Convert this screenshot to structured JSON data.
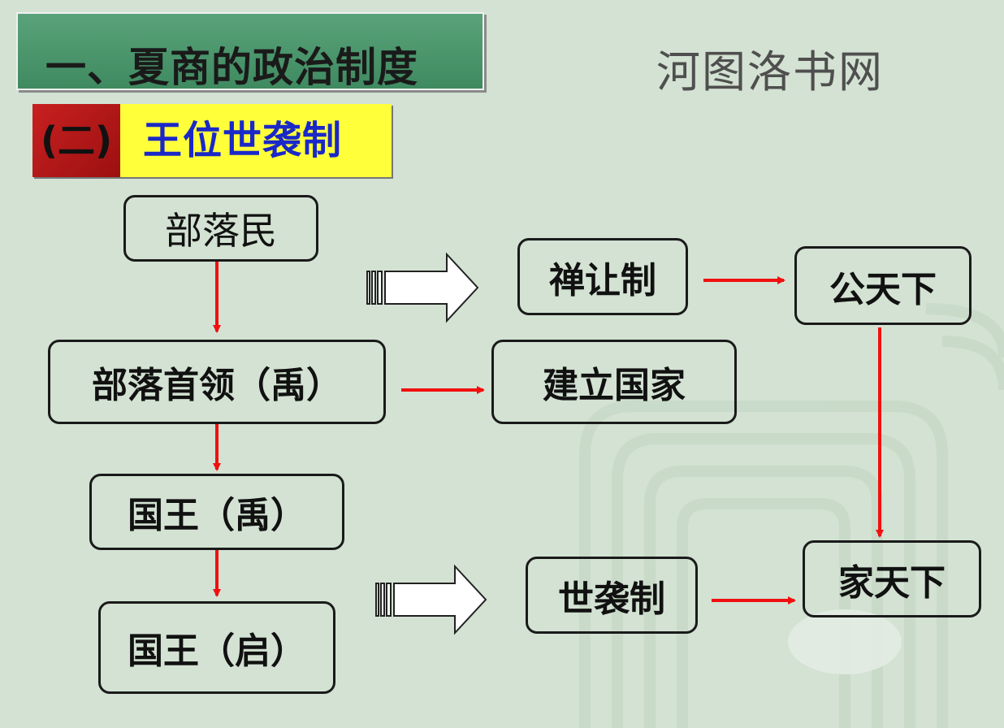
{
  "title": "一、夏商的政治制度",
  "watermark": "河图洛书网",
  "section": {
    "number": "(二)",
    "heading": "王位世袭制"
  },
  "nodes": {
    "tribe_member": "部落民",
    "tribe_leader": "部落首领（禹）",
    "king_yu": "国王（禹）",
    "king_qi": "国王（启）",
    "abdication": "禅让制",
    "public_world": "公天下",
    "establish_state": "建立国家",
    "hereditary": "世袭制",
    "family_world": "家天下"
  },
  "colors": {
    "arrow": "#f01010",
    "title_bar": "#4a9a6c",
    "number_badge": "#b51818",
    "heading_bg": "#ffff3a",
    "heading_text": "#1a28c8"
  }
}
